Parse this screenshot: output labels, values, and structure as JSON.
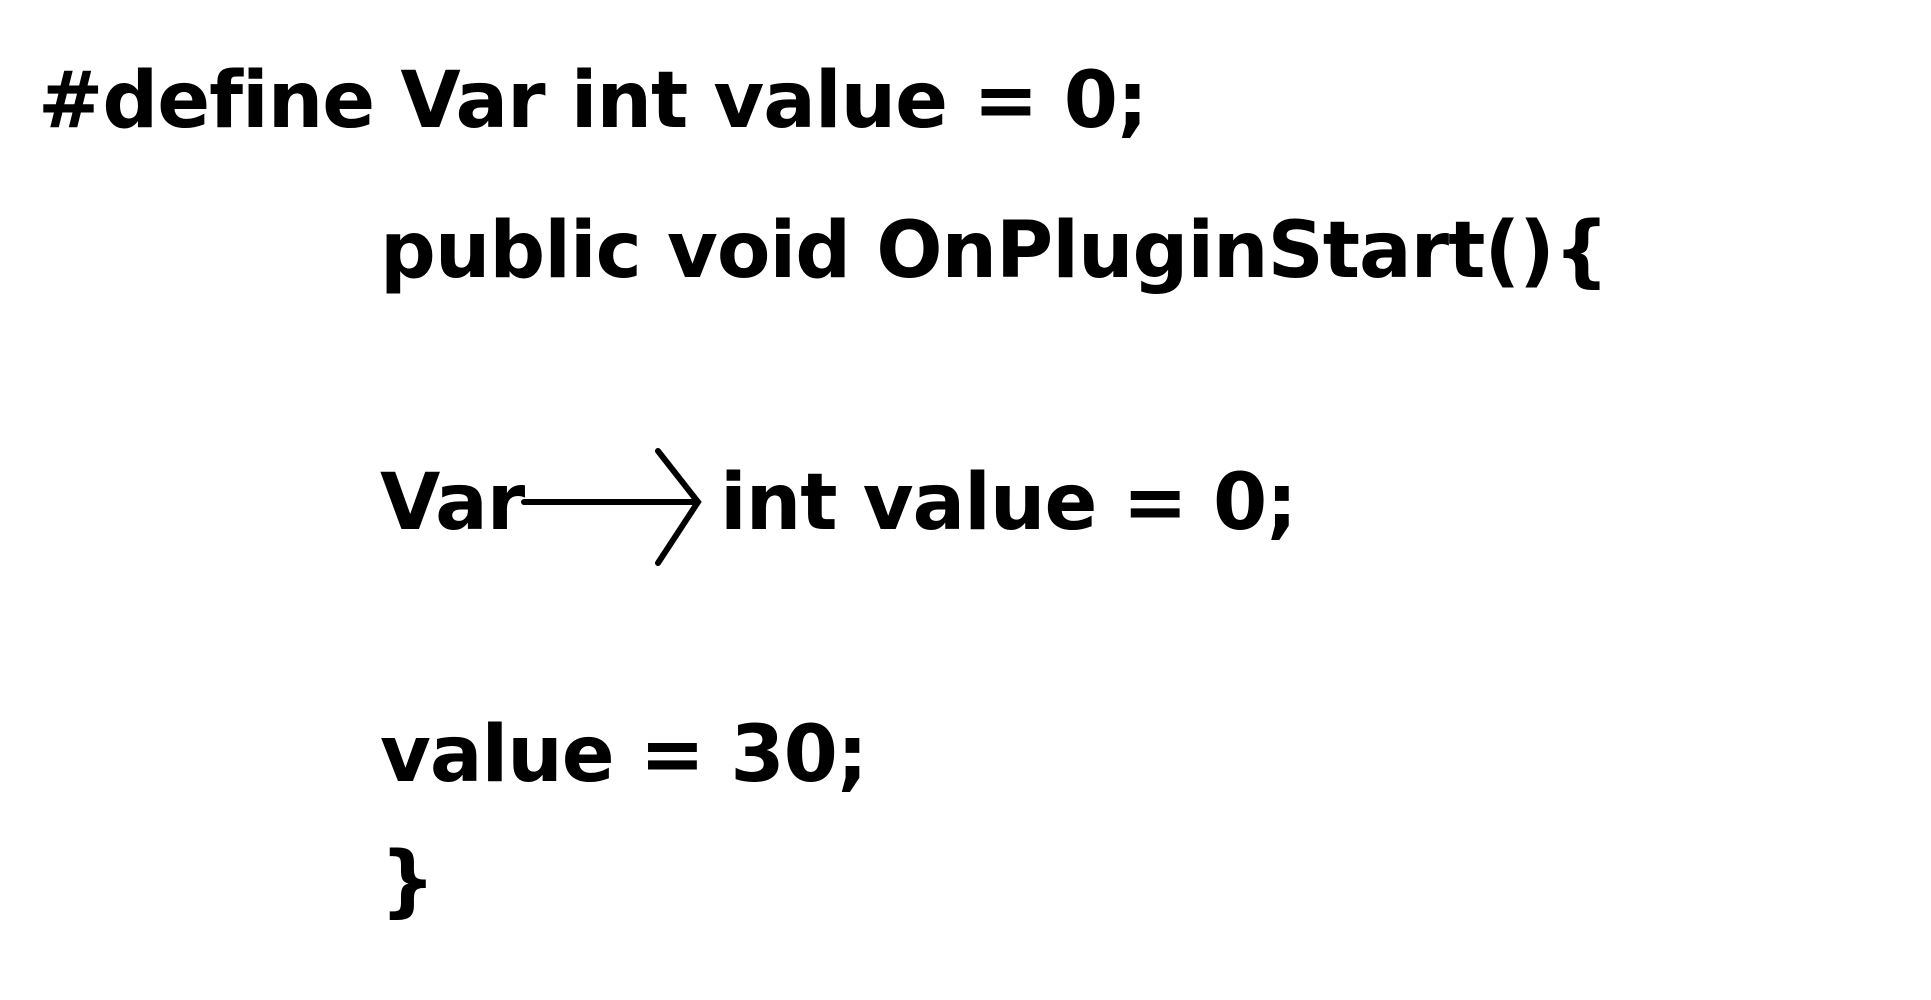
{
  "code": {
    "define_line": "#define Var int value = 0;",
    "function_header": "public void OnPluginStart(){",
    "macro_name": "Var",
    "macro_expansion": "int value = 0;",
    "assignment": "value = 30;",
    "closing_brace": "}"
  },
  "arrow": {
    "icon": "right-arrow-icon",
    "color": "#000000"
  }
}
